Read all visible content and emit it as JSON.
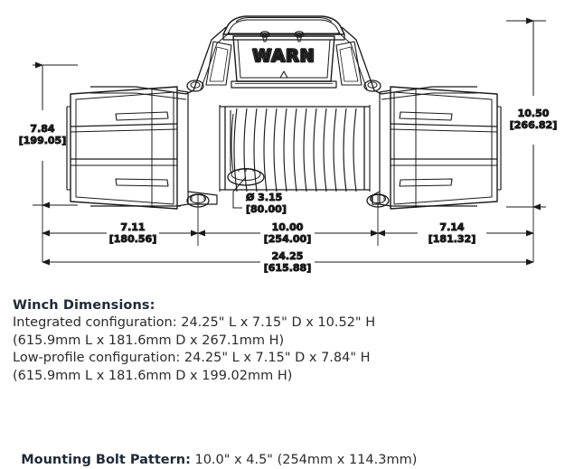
{
  "drawing": {
    "brand_label": "WARN",
    "dimensions": {
      "height_low_profile": {
        "inches": "7.84",
        "mm": "[199.05]"
      },
      "height_integrated": {
        "inches": "10.50",
        "mm": "[266.82]"
      },
      "left_segment": {
        "inches": "7.11",
        "mm": "[180.56]"
      },
      "bolt_span": {
        "inches": "10.00",
        "mm": "[254.00]"
      },
      "right_segment": {
        "inches": "7.14",
        "mm": "[181.32]"
      },
      "overall_length": {
        "inches": "24.25",
        "mm": "[615.88]"
      },
      "drum_diameter": {
        "inches": "Ø 3.15",
        "mm": "[80.00]"
      }
    }
  },
  "specs": {
    "heading": "Winch Dimensions:",
    "lines": [
      "Integrated configuration: 24.25\" L x 7.15\" D x 10.52\" H",
      "(615.9mm L x 181.6mm D x 267.1mm H)",
      "Low-profile configuration: 24.25\" L x 7.15\" D x 7.84\" H",
      "(615.9mm L x 181.6mm D x 199.02mm H)"
    ],
    "bolt_pattern_label": "Mounting Bolt Pattern:",
    "bolt_pattern_value": " 10.0\" x 4.5\" (254mm x 114.3mm)"
  },
  "colors": {
    "ink": "#1a1a1a",
    "heading": "#1f2a36",
    "body_text": "#2b2b2b",
    "background": "#ffffff"
  }
}
